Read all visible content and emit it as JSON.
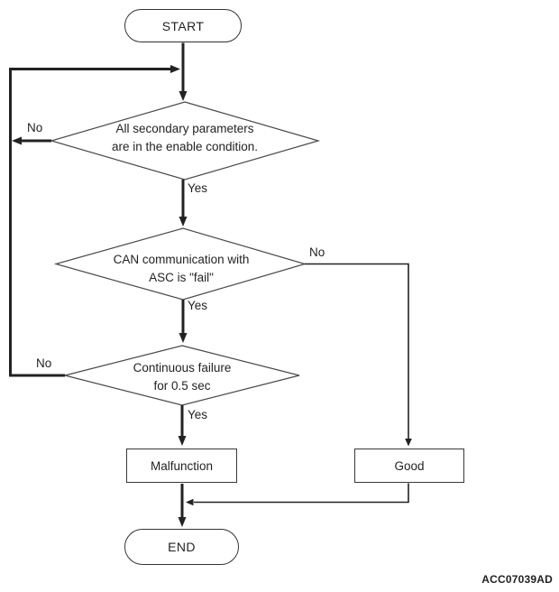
{
  "figure": {
    "code": "ACC07039AD"
  },
  "nodes": {
    "start": {
      "label": "START"
    },
    "decision1": {
      "text": "All secondary parameters\nare in the enable condition."
    },
    "decision2": {
      "text": "CAN communication with\nASC is \"fail\""
    },
    "decision3": {
      "text": "Continuous failure\nfor 0.5 sec"
    },
    "malfunction": {
      "label": "Malfunction"
    },
    "good": {
      "label": "Good"
    },
    "end": {
      "label": "END"
    }
  },
  "labels": {
    "d1_no": "No",
    "d1_yes": "Yes",
    "d2_no": "No",
    "d2_yes": "Yes",
    "d3_no": "No",
    "d3_yes": "Yes"
  },
  "colors": {
    "line": "#242122",
    "outline": "#4b494a",
    "text": "#231f20",
    "background": "#ffffff"
  }
}
